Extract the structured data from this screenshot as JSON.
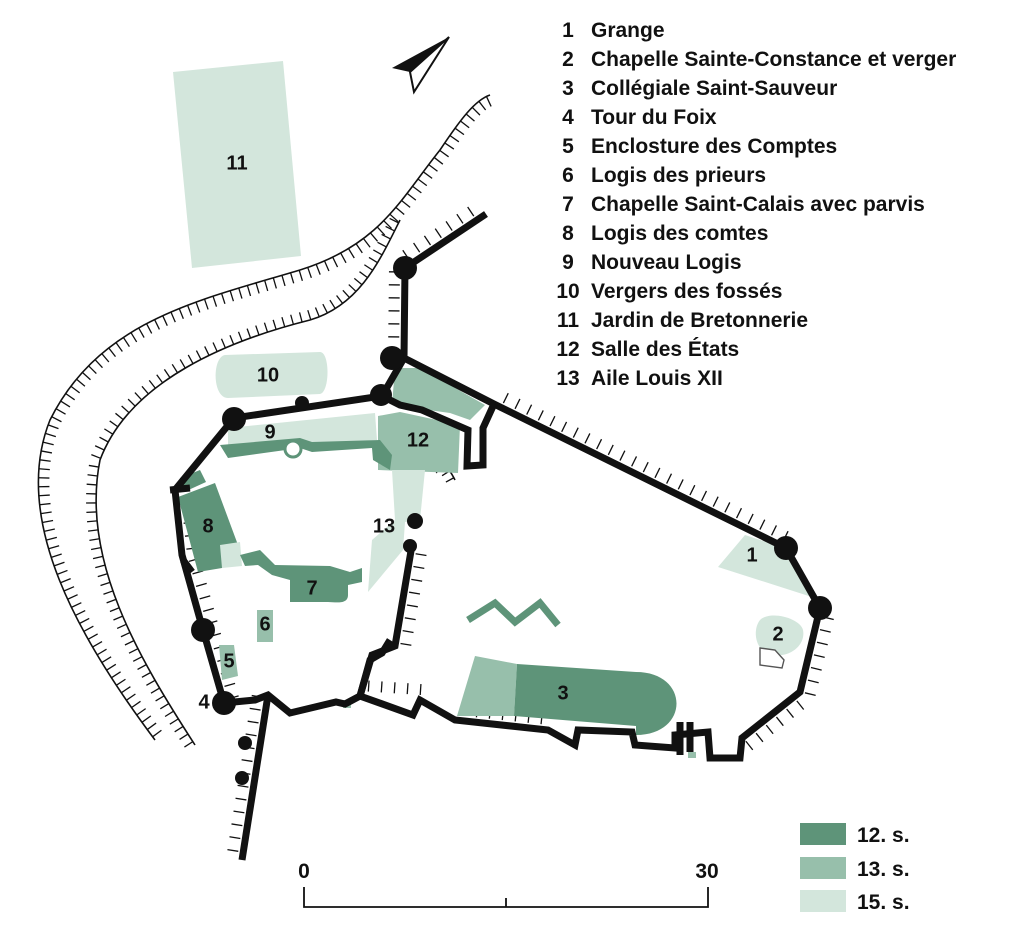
{
  "legend": [
    {
      "num": "1",
      "name": "Grange"
    },
    {
      "num": "2",
      "name": "Chapelle Sainte-Constance et verger"
    },
    {
      "num": "3",
      "name": "Collégiale Saint-Sauveur"
    },
    {
      "num": "4",
      "name": "Tour du Foix"
    },
    {
      "num": "5",
      "name": "Enclosture des Comptes"
    },
    {
      "num": "6",
      "name": "Logis des prieurs"
    },
    {
      "num": "7",
      "name": "Chapelle Saint-Calais avec parvis"
    },
    {
      "num": "8",
      "name": "Logis des comtes"
    },
    {
      "num": "9",
      "name": "Nouveau Logis"
    },
    {
      "num": "10",
      "name": "Vergers des fossés"
    },
    {
      "num": "11",
      "name": "Jardin de Bretonnerie"
    },
    {
      "num": "12",
      "name": "Salle des États"
    },
    {
      "num": "13",
      "name": "Aile Louis XII"
    }
  ],
  "periods": [
    {
      "label": "12. s.",
      "color": "#5e9479"
    },
    {
      "label": "13. s.",
      "color": "#97bfab"
    },
    {
      "label": "15. s.",
      "color": "#d3e6dc"
    }
  ],
  "scale": {
    "start": "0",
    "end": "30"
  },
  "map_labels": {
    "b1": "1",
    "b2": "2",
    "b3": "3",
    "b4": "4",
    "b5": "5",
    "b6": "6",
    "b7": "7",
    "b8": "8",
    "b9": "9",
    "b10": "10",
    "b11": "11",
    "b12": "12",
    "b13": "13"
  },
  "icons": {
    "north": "north-arrow-icon"
  }
}
